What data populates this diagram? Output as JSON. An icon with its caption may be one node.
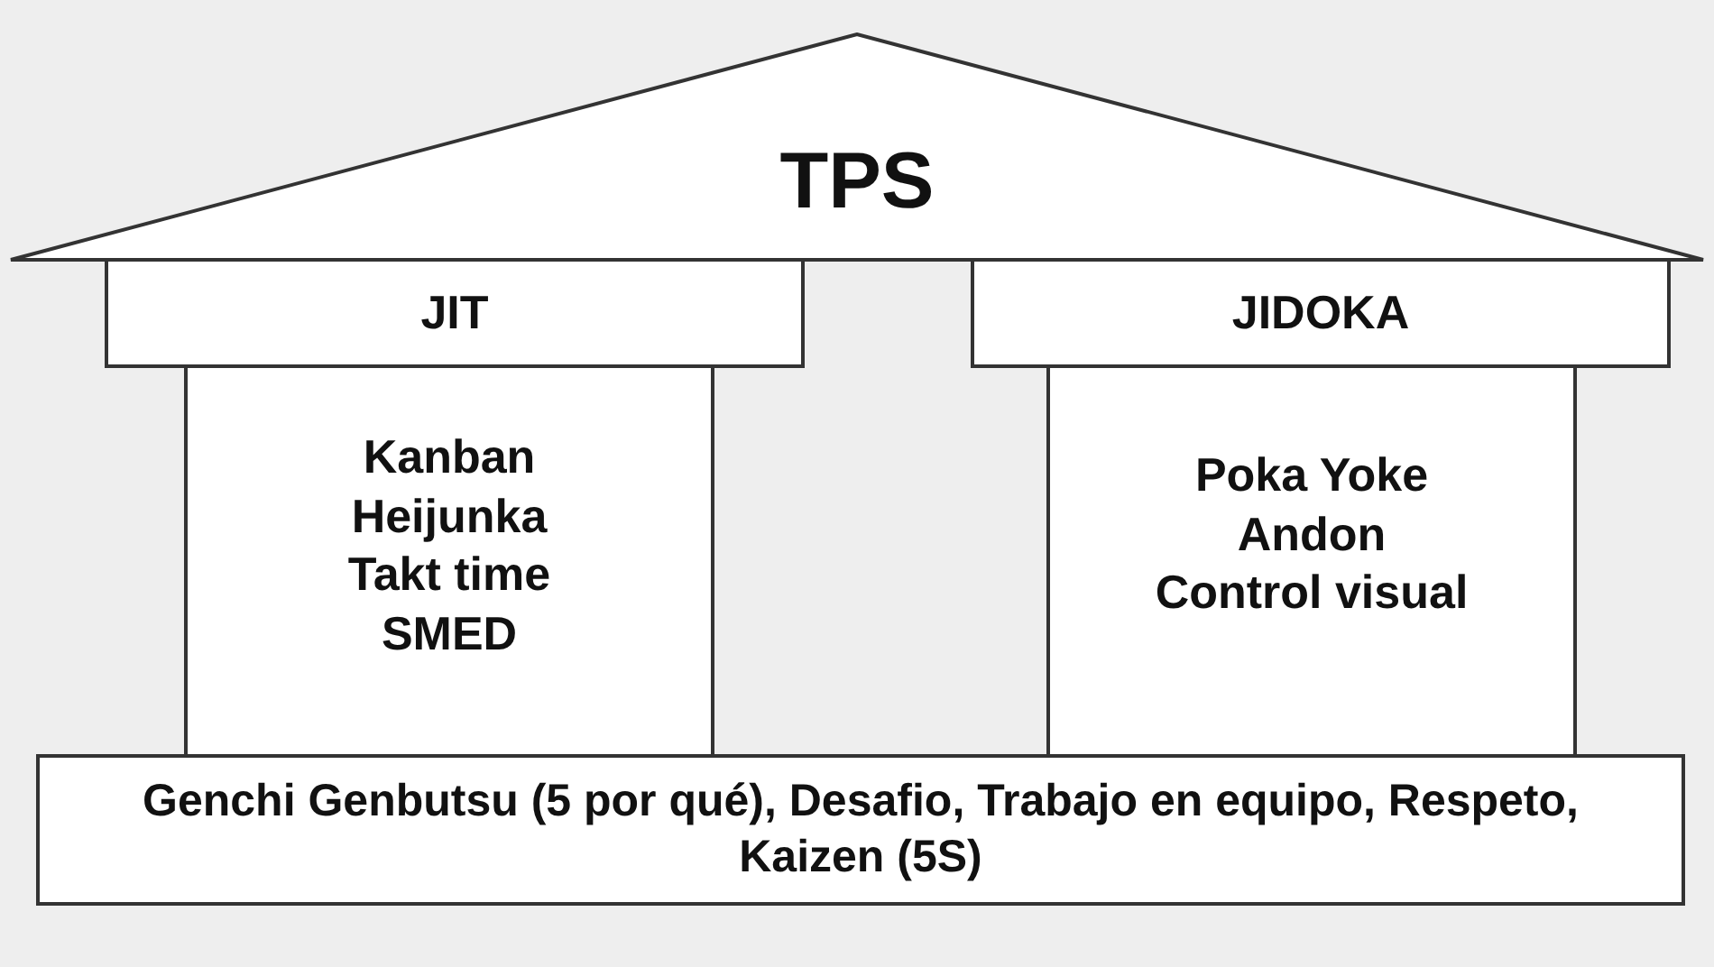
{
  "diagram": {
    "nodes": [
      {
        "text": [
          "TPS"
        ]
      },
      {
        "text": [
          "JIT"
        ]
      },
      {
        "text": [
          "Kanban",
          "Heijunka",
          "Takt time",
          "SMED"
        ]
      },
      {
        "text": [
          "JIDOKA"
        ]
      },
      {
        "text": [
          "Poka Yoke",
          "Andon",
          "Control visual"
        ]
      },
      {
        "text": [
          "Genchi Genbutsu (5 por qué), Desafio, Trabajo en equipo, Respeto, Kaizen (5S)"
        ]
      }
    ]
  }
}
